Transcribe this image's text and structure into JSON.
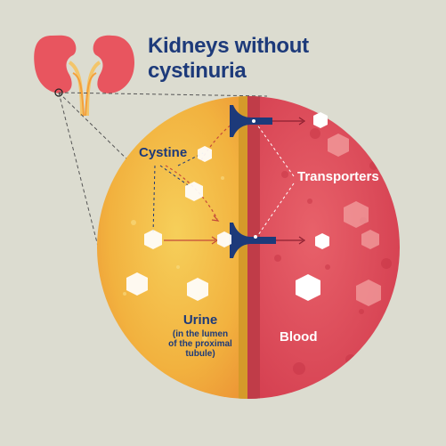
{
  "title": {
    "line1": "Kidneys without",
    "line2": "cystinuria"
  },
  "labels": {
    "cystine": "Cystine",
    "transporters": "Transporters",
    "urine": "Urine",
    "urine_sub_line1": "(in the lumen",
    "urine_sub_line2": "of the proximal",
    "urine_sub_line3": "tubule)",
    "blood": "Blood"
  },
  "icons": {
    "kidneys": "kidneys-icon",
    "transporter": "transporter-icon",
    "cystine": "cystine-hexagon-icon"
  },
  "colors": {
    "background": "#dcdcd0",
    "urine_side": "#f3b53d",
    "blood_side": "#d94556",
    "membrane": "#c94040",
    "transporter": "#1d3a7a",
    "title": "#1d3a7a",
    "kidney": "#e8555f"
  }
}
